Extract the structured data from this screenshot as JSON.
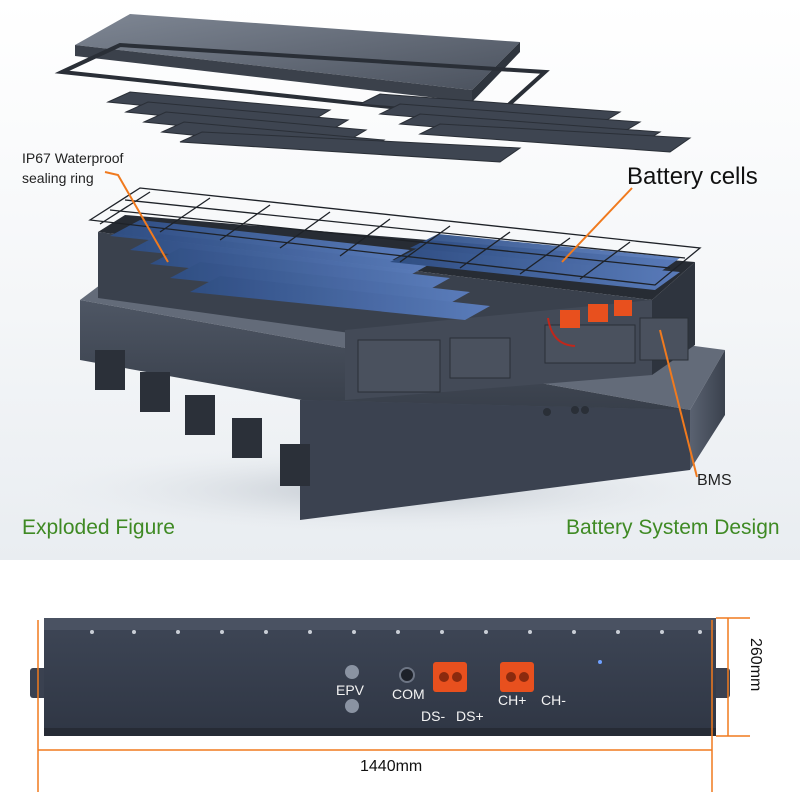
{
  "exploded": {
    "labels": {
      "sealing_ring_line1": "IP67 Waterproof",
      "sealing_ring_line2": "sealing ring",
      "battery_cells": "Battery cells",
      "bms": "BMS"
    },
    "captions": {
      "left": "Exploded Figure",
      "right": "Battery System Design"
    }
  },
  "front_view": {
    "ports": {
      "epv": "EPV",
      "com": "COM",
      "ds_minus": "DS-",
      "ds_plus": "DS+",
      "ch_plus": "CH+",
      "ch_minus": "CH-"
    },
    "dimensions": {
      "length": "1440mm",
      "height": "260mm"
    }
  },
  "colors": {
    "caption_green": "#3f8a24",
    "leader_orange": "#f07a1e",
    "connector_orange": "#e8501e",
    "casing": "#3a4150"
  }
}
